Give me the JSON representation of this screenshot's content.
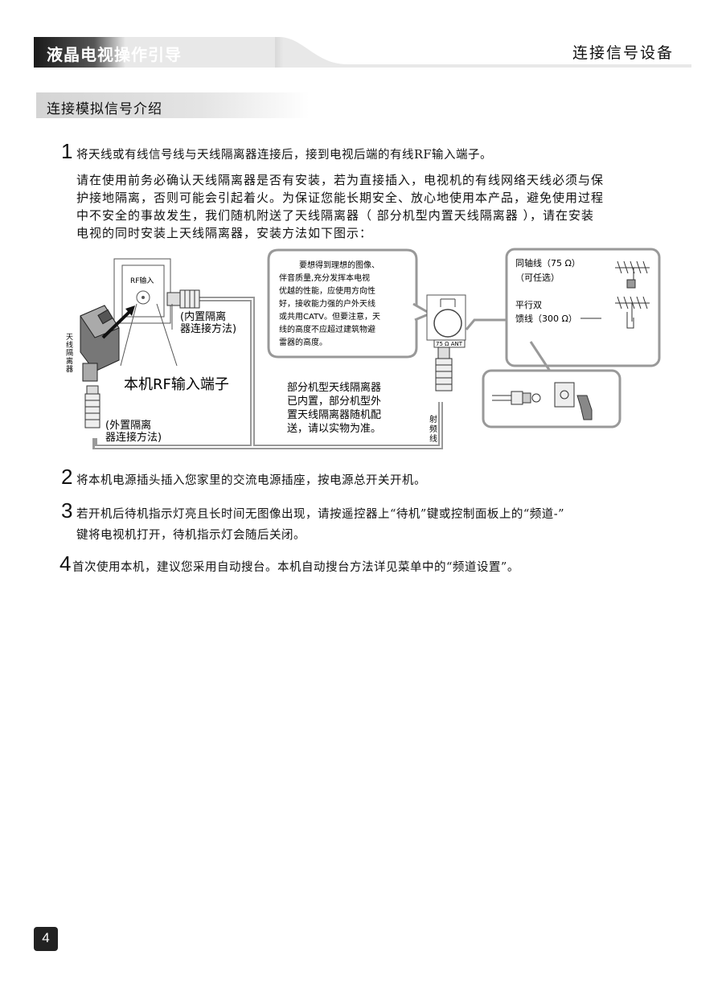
{
  "header": {
    "left_title": "液晶电视操作引导",
    "right_title": "连接信号设备"
  },
  "section": {
    "title": "连接模拟信号介绍"
  },
  "steps": [
    {
      "number": "1",
      "text": "将天线或有线信号线与天线隔离器连接后，接到电视后端的有线RF输入端子。"
    },
    {
      "number": "2",
      "text": "将本机电源插头插入您家里的交流电源插座，按电源总开关开机。"
    },
    {
      "number": "3",
      "line1": "若开机后待机指示灯亮且长时间无图像出现，请按遥控器上“待机”键或控制面板上的“频道-”",
      "line2": "键将电视机打开，待机指示灯会随后关闭。"
    },
    {
      "number": "4",
      "text": "首次使用本机，建议您采用自动搜台。本机自动搜台方法详见菜单中的“频道设置”。"
    }
  ],
  "notice": {
    "lines": [
      "请在使用前务必确认天线隔离器是否有安装，若为直接插入，电视机的有线网络天线必须与保",
      "护接地隔离，否则可能会引起着火。为保证您能长期安全、放心地使用本产品，避免使用过程",
      "中不安全的事故发生，我们随机附送了天线隔离器（ 部分机型内置天线隔离器 ），请在安装",
      "电视的同时安装上天线隔离器，安装方法如下图示："
    ]
  },
  "diagram": {
    "rf_input_label": "RF输入",
    "isolator_label": [
      "天",
      "线",
      "隔",
      "离",
      "器"
    ],
    "internal_method": [
      "(内置隔离",
      "器连接方法)"
    ],
    "rf_terminal_label": "本机RF输入端子",
    "external_method": [
      "(外置隔离",
      "器连接方法)"
    ],
    "tip_bubble": [
      "要想得到理想的图像、",
      "伴音质量,充分发挥本电视",
      "优越的性能，应使用方向性",
      "好，接收能力强的户外天线",
      "或共用CATV。但要注意，天",
      "线的高度不应超过建筑物避",
      "雷器的高度。"
    ],
    "builtin_note": [
      "部分机型天线隔离器",
      "已内置，部分机型外",
      "置天线隔离器随机配",
      "送，请以实物为准。"
    ],
    "rf_cable_label": [
      "射",
      "频",
      "线"
    ],
    "ant_label": "75 Ω ANT",
    "coax_label": "同轴线（75 Ω）",
    "coax_optional": "（可任选）",
    "parallel_label": "平行双",
    "feeder_label": "馈线（300 Ω）"
  },
  "page": {
    "number": "4"
  }
}
